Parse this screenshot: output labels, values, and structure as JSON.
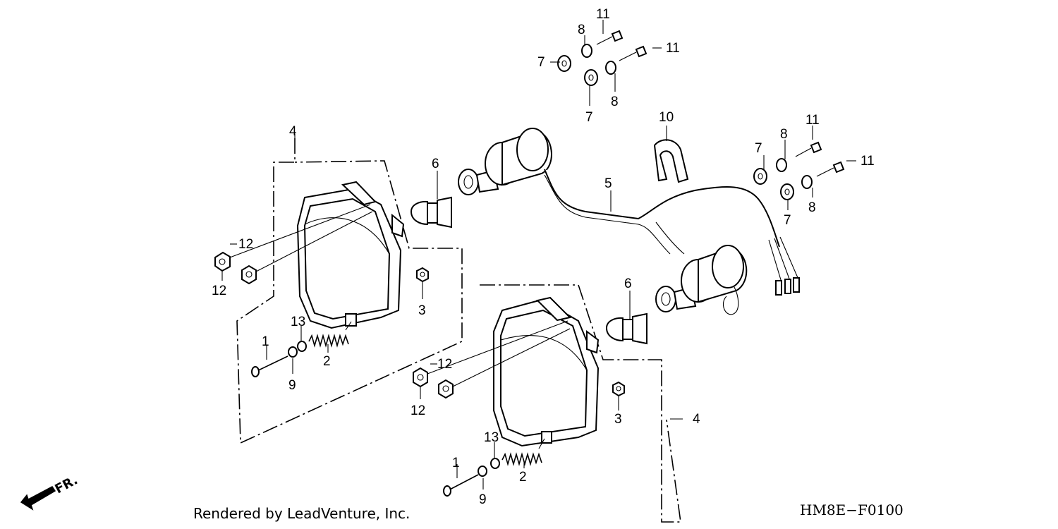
{
  "credit": "Rendered by LeadVenture, Inc.",
  "diagram_code": "HM8E−F0100",
  "direction_label": "FR.",
  "callouts": {
    "c1": "11",
    "c2": "8",
    "c3": "11",
    "c4": "7",
    "c5": "7",
    "c6": "8",
    "c7": "10",
    "c8": "11",
    "c9": "8",
    "c10": "7",
    "c11": "11",
    "c12": "7",
    "c13": "8",
    "c14": "4",
    "c15": "6",
    "c16": "5",
    "c17": "12",
    "c18": "12",
    "c19": "3",
    "c20": "13",
    "c21": "1",
    "c22": "2",
    "c23": "9",
    "c24": "6",
    "c25": "12",
    "c26": "12",
    "c27": "3",
    "c28": "4",
    "c29": "13",
    "c30": "1",
    "c31": "2",
    "c32": "9"
  }
}
